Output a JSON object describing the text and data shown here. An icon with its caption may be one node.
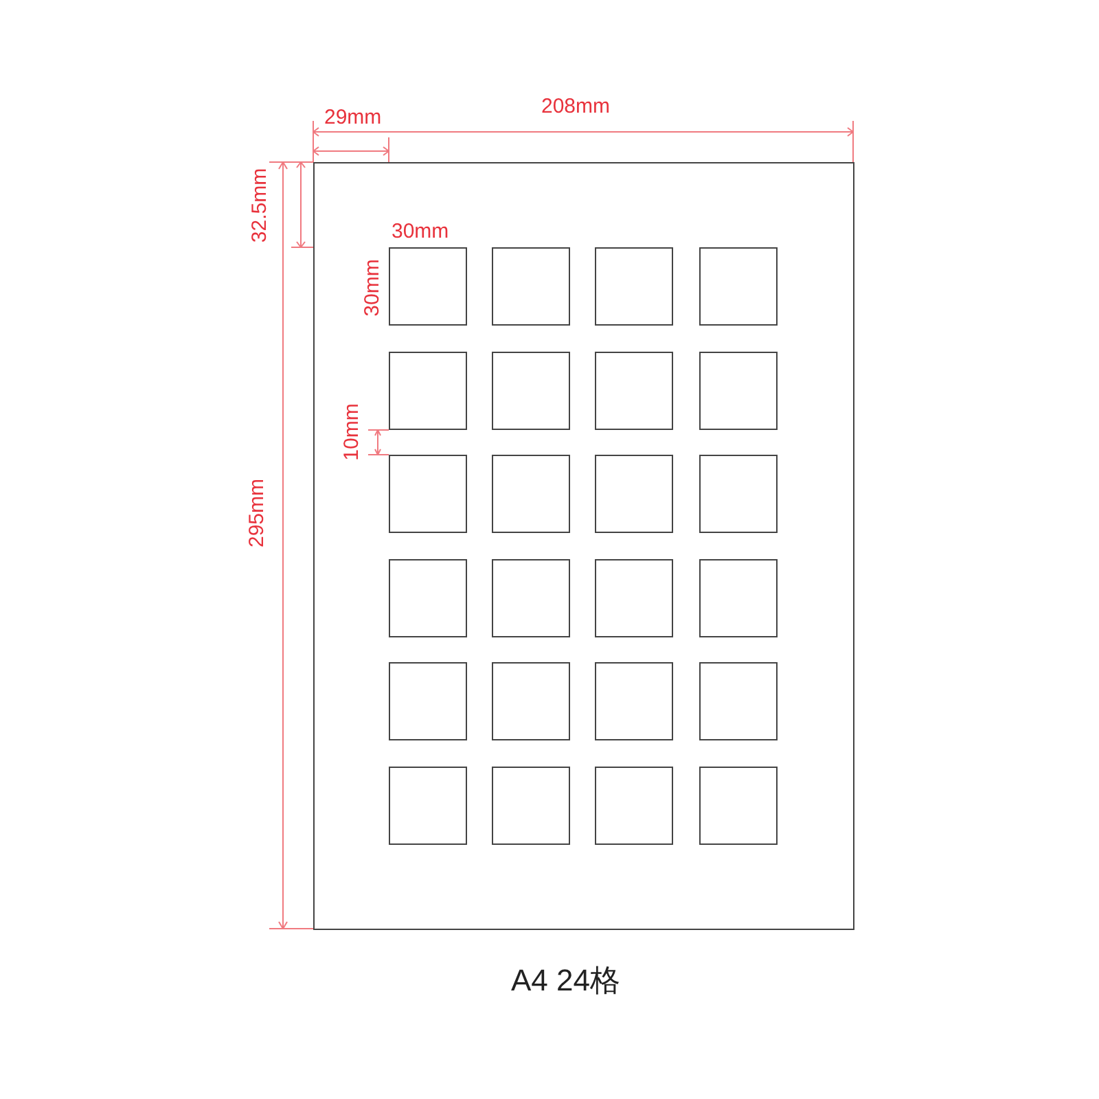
{
  "diagram": {
    "caption": "A4 24格",
    "nodes": [
      {
        "text": [],
        "shape": "box"
      },
      {
        "text": [],
        "shape": "box",
        "in": 0
      },
      {
        "text": [],
        "shape": "box",
        "in": 0
      },
      {
        "text": [],
        "shape": "box",
        "in": 0
      },
      {
        "text": [],
        "shape": "box",
        "in": 0
      },
      {
        "text": [],
        "shape": "box",
        "in": 0
      },
      {
        "text": [],
        "shape": "box",
        "in": 0
      },
      {
        "text": [],
        "shape": "box",
        "in": 0
      },
      {
        "text": [],
        "shape": "box",
        "in": 0
      },
      {
        "text": [],
        "shape": "box",
        "in": 0
      },
      {
        "text": [],
        "shape": "box",
        "in": 0
      },
      {
        "text": [],
        "shape": "box",
        "in": 0
      },
      {
        "text": [],
        "shape": "box",
        "in": 0
      },
      {
        "text": [],
        "shape": "box",
        "in": 0
      },
      {
        "text": [],
        "shape": "box",
        "in": 0
      },
      {
        "text": [],
        "shape": "box",
        "in": 0
      },
      {
        "text": [],
        "shape": "box",
        "in": 0
      },
      {
        "text": [],
        "shape": "box",
        "in": 0
      },
      {
        "text": [],
        "shape": "box",
        "in": 0
      },
      {
        "text": [],
        "shape": "box",
        "in": 0
      },
      {
        "text": [],
        "shape": "box",
        "in": 0
      },
      {
        "text": [],
        "shape": "box",
        "in": 0
      },
      {
        "text": [],
        "shape": "box",
        "in": 0
      },
      {
        "text": [],
        "shape": "box",
        "in": 0
      },
      {
        "text": [],
        "shape": "box",
        "in": 0
      }
    ],
    "labels": [
      "208mm",
      "29mm",
      "32.5mm",
      "30mm",
      "30mm",
      "10mm",
      "295mm"
    ]
  }
}
